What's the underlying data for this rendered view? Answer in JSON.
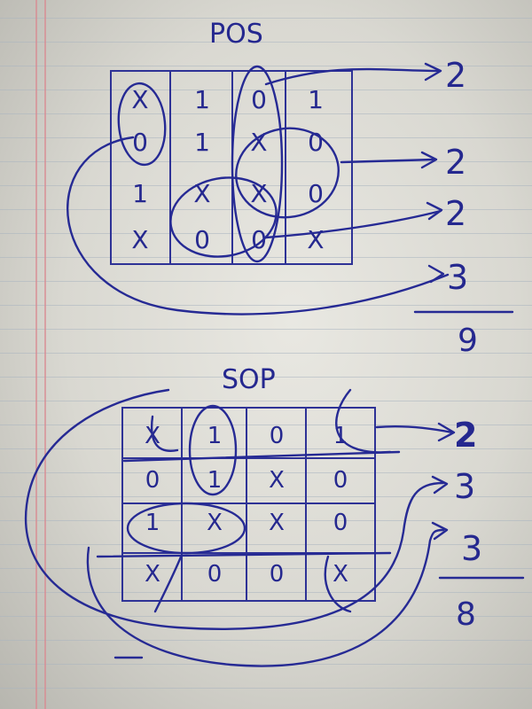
{
  "pos": {
    "title": "POS",
    "grid": [
      [
        "X",
        "1",
        "0",
        "1"
      ],
      [
        "0",
        "1",
        "X",
        "0"
      ],
      [
        "1",
        "X",
        "X",
        "0"
      ],
      [
        "X",
        "0",
        "0",
        "X"
      ]
    ],
    "arrow_values": [
      "2",
      "2",
      "2",
      "3"
    ],
    "total": "9"
  },
  "sop": {
    "title": "SOP",
    "grid": [
      [
        "X",
        "1",
        "0",
        "1"
      ],
      [
        "0",
        "1",
        "X",
        "0"
      ],
      [
        "1",
        "X",
        "X",
        "0"
      ],
      [
        "X",
        "0",
        "0",
        "X"
      ]
    ],
    "arrow_values": [
      "2",
      "3",
      "3"
    ],
    "total": "8"
  },
  "colors": {
    "ink": "#262a94",
    "paper": "#e4e3dc",
    "margin_line": "#d98a92"
  }
}
